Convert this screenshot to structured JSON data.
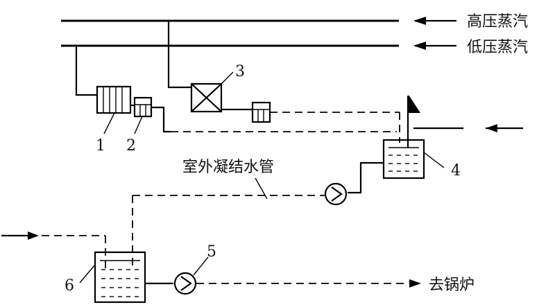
{
  "labels": {
    "high_pressure_steam": "高压蒸汽",
    "low_pressure_steam": "低压蒸汽",
    "outdoor_condensate_pipe": "室外凝结水管",
    "to_boiler": "去锅炉"
  },
  "numbers": {
    "n1": "1",
    "n2": "2",
    "n3": "3",
    "n4": "4",
    "n5": "5",
    "n6": "6"
  }
}
